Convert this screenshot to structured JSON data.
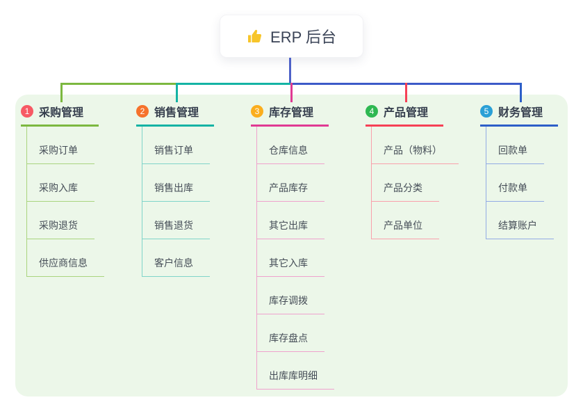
{
  "root": {
    "title": "ERP 后台",
    "icon": "thumbs-up-icon"
  },
  "canvas_bg": "#ecf7e9",
  "connectors": {
    "root_line": "#4e62c8",
    "bus_left": "#7cb840",
    "bus_mid": "#14b3a4",
    "bus_right": "#3c5ac8"
  },
  "branches": [
    {
      "num": "1",
      "title": "采购管理",
      "items": [
        "采购订单",
        "采购入库",
        "采购退货",
        "供应商信息"
      ],
      "colors": {
        "line": "#7cb840",
        "line_light": "#a9d47e",
        "badge": "#f75964"
      }
    },
    {
      "num": "2",
      "title": "销售管理",
      "items": [
        "销售订单",
        "销售出库",
        "销售退货",
        "客户信息"
      ],
      "colors": {
        "line": "#14b3a4",
        "line_light": "#7fd4c9",
        "badge": "#f6722c"
      }
    },
    {
      "num": "3",
      "title": "库存管理",
      "items": [
        "仓库信息",
        "产品库存",
        "其它出库",
        "其它入库",
        "库存调拨",
        "库存盘点",
        "出库库明细"
      ],
      "colors": {
        "line": "#e03a93",
        "line_light": "#efa2cd",
        "badge": "#fbae1e"
      }
    },
    {
      "num": "4",
      "title": "产品管理",
      "items": [
        "产品（物料）",
        "产品分类",
        "产品单位"
      ],
      "colors": {
        "line": "#f64056",
        "line_light": "#f9a0ab",
        "badge": "#2eb852"
      }
    },
    {
      "num": "5",
      "title": "财务管理",
      "items": [
        "回款单",
        "付款单",
        "结算账户"
      ],
      "colors": {
        "line": "#2d5fc8",
        "line_light": "#92abe4",
        "badge": "#2aa0d6"
      }
    }
  ]
}
